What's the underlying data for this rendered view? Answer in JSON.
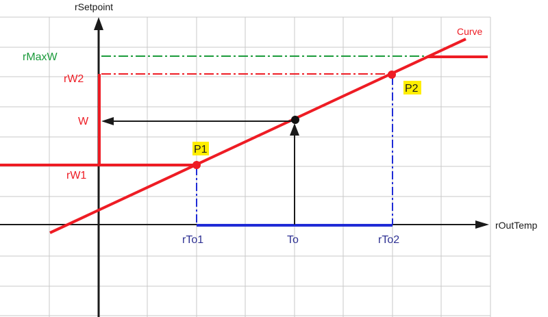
{
  "axes": {
    "y_label": "rSetpoint",
    "x_label": "rOutTemp"
  },
  "labels": {
    "curve": "Curve",
    "max_w": "rMaxW",
    "w2": "rW2",
    "w": "W",
    "w1": "rW1",
    "to1": "rTo1",
    "to": "To",
    "to2": "rTo2",
    "p1": "P1",
    "p2": "P2"
  },
  "colors": {
    "curve": "#ee1c24",
    "max_w": "#1a9a3a",
    "x_labels": "#2e3192",
    "y_labels": "#ee1c24",
    "blue_line": "#1f2bd6",
    "highlight": "#ffee00",
    "grid": "#c8c8c8",
    "axis": "#1a1a1a"
  }
}
